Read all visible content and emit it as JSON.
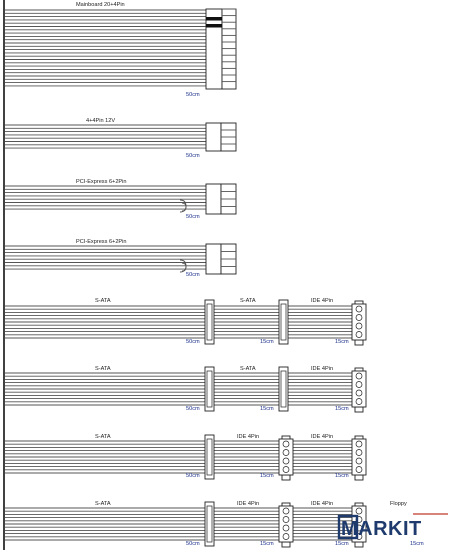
{
  "labels": {
    "mainboard": "Mainboard 20+4Pin",
    "cpu": "4+4Pin 12V",
    "pcie": "PCI-Express 6+2Pin",
    "sata": "S-ATA",
    "ide": "IDE 4Pin",
    "floppy": "Floppy"
  },
  "lengths": {
    "l50": "50cm",
    "l15": "15cm"
  },
  "watermark": {
    "text": "MARKIT",
    "color": "#1f3b6e"
  }
}
